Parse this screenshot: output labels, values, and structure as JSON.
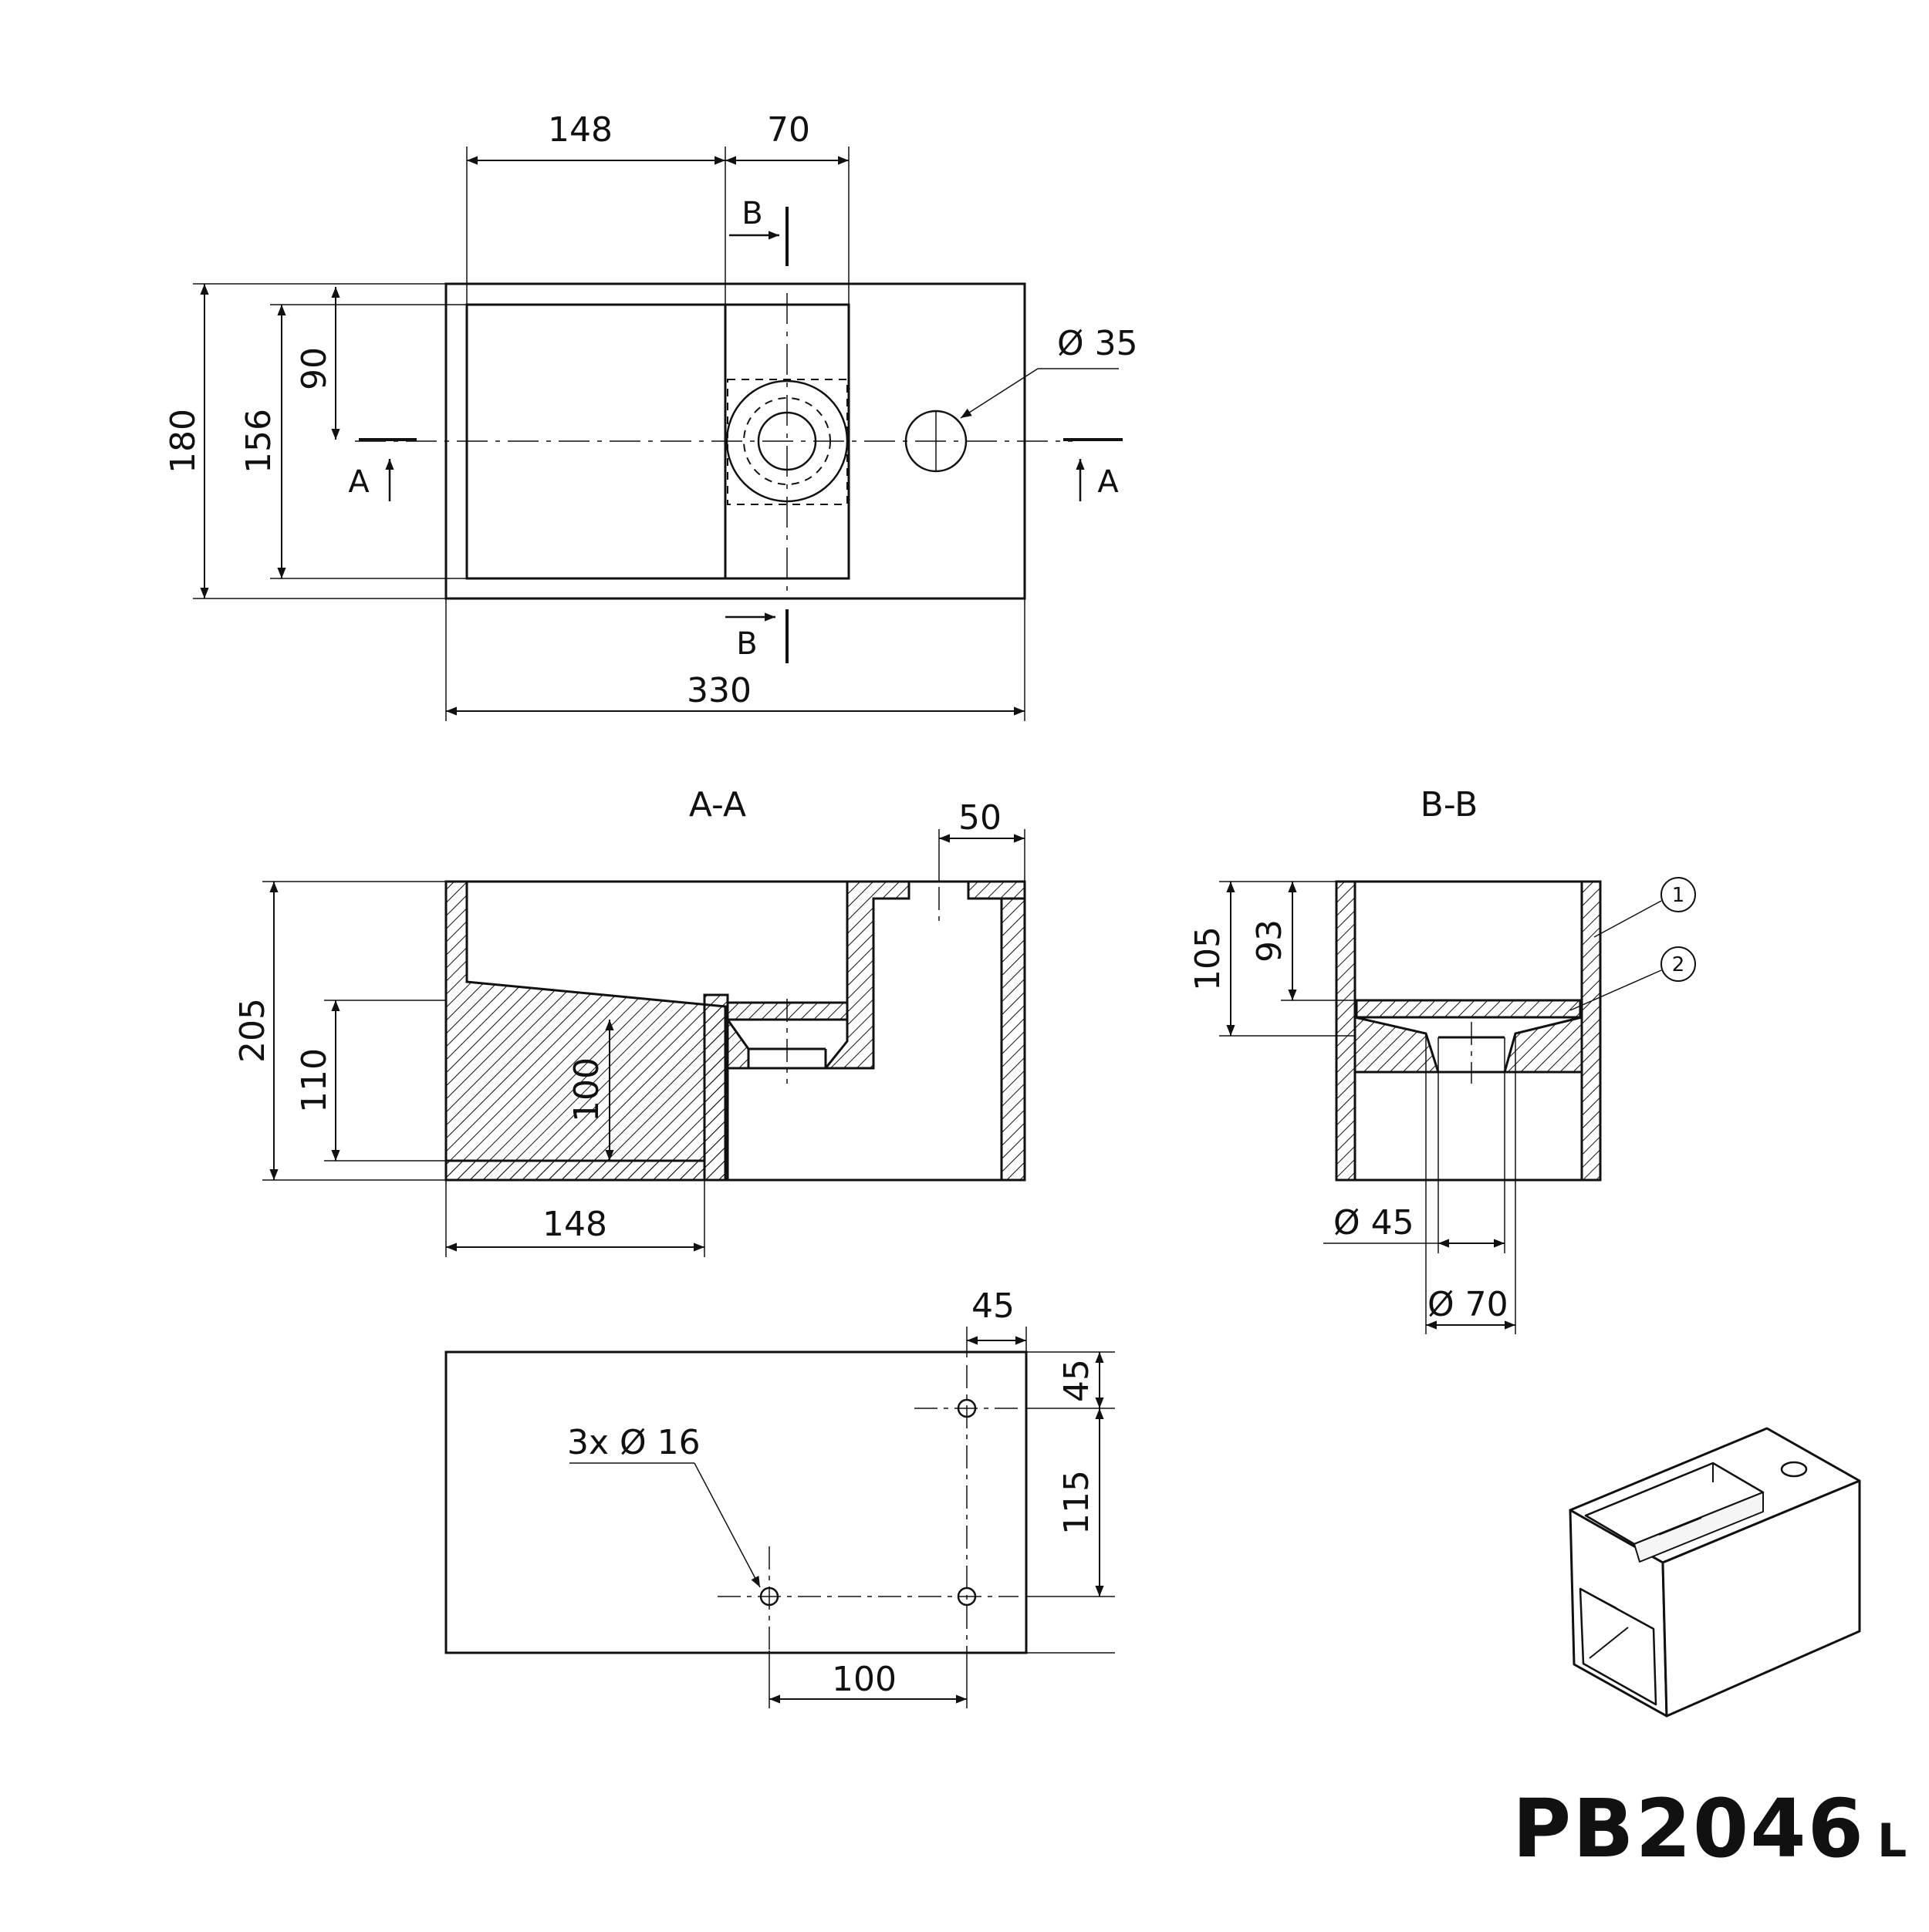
{
  "drawing": {
    "top_view": {
      "dims": {
        "basin_width": "148",
        "drain_area_width": "70",
        "overall_width": "330",
        "overall_depth": "180",
        "basin_depth": "156",
        "drain_offset": "90",
        "tap_hole": "Ø 35"
      },
      "section_marks": {
        "a": "A",
        "b": "B"
      }
    },
    "section_aa": {
      "title": "A-A",
      "dims": {
        "height": "205",
        "shelf_height": "110",
        "inner_height": "100",
        "shelf_width": "148",
        "tap_offset": "50"
      }
    },
    "section_bb": {
      "title": "B-B",
      "dims": {
        "height": "105",
        "basin_height": "93",
        "outlet_small": "Ø 45",
        "outlet_large": "Ø 70"
      },
      "callouts": [
        "1",
        "2"
      ]
    },
    "bottom_view": {
      "dims": {
        "hole_offset_x": "45",
        "hole_offset_y": "45",
        "hole_spacing_y": "115",
        "hole_spacing_x": "100",
        "holes": "3x Ø 16"
      }
    },
    "title_block": {
      "code": "PB2046",
      "suffix": "L"
    }
  },
  "colors": {
    "line": "#111111",
    "background": "#ffffff"
  }
}
